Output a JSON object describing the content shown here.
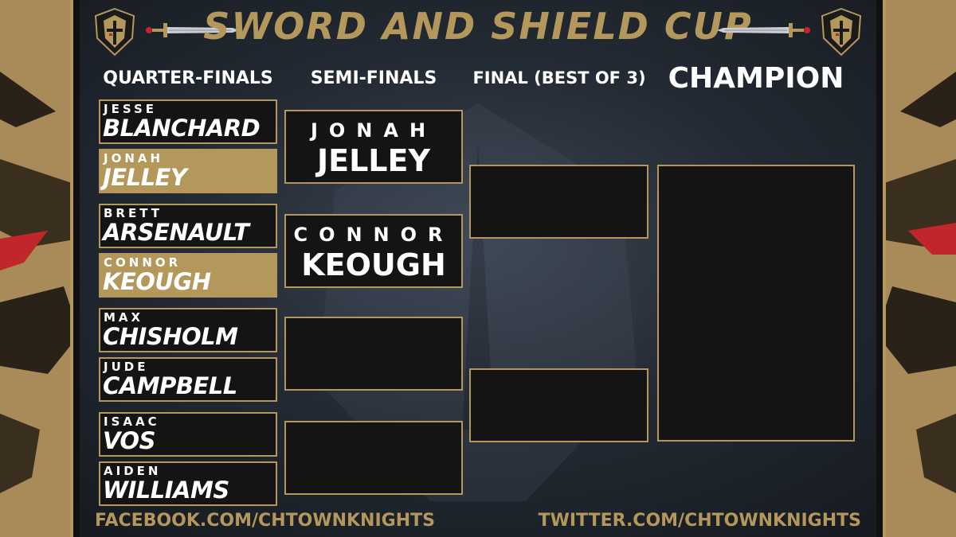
{
  "title": "SWORD AND SHIELD CUP",
  "rounds": {
    "quarter_finals": "QUARTER-FINALS",
    "semi_finals": "SEMI-FINALS",
    "final": "FINAL (BEST OF 3)",
    "champion": "CHAMPION"
  },
  "quarter_finals": [
    {
      "first": "JESSE",
      "last": "BLANCHARD",
      "winner": false
    },
    {
      "first": "JONAH",
      "last": "JELLEY",
      "winner": true
    },
    {
      "first": "BRETT",
      "last": "ARSENAULT",
      "winner": false
    },
    {
      "first": "CONNOR",
      "last": "KEOUGH",
      "winner": true
    },
    {
      "first": "MAX",
      "last": "CHISHOLM",
      "winner": false
    },
    {
      "first": "JUDE",
      "last": "CAMPBELL",
      "winner": false
    },
    {
      "first": "ISAAC",
      "last": "VOS",
      "winner": false
    },
    {
      "first": "AIDEN",
      "last": "WILLIAMS",
      "winner": false
    }
  ],
  "semi_finals": [
    {
      "first": "JONAH",
      "last": "JELLEY"
    },
    {
      "first": "CONNOR",
      "last": "KEOUGH"
    },
    {
      "first": "",
      "last": ""
    },
    {
      "first": "",
      "last": ""
    }
  ],
  "footer": {
    "facebook": "FACEBOOK.COM/CHTOWNKNIGHTS",
    "twitter": "TWITTER.COM/CHTOWNKNIGHTS"
  },
  "colors": {
    "gold": "#b4975a",
    "background": "#232a33",
    "slot": "#141414"
  },
  "icons": [
    "knight-helmet-logo-icon",
    "sword-icon"
  ]
}
